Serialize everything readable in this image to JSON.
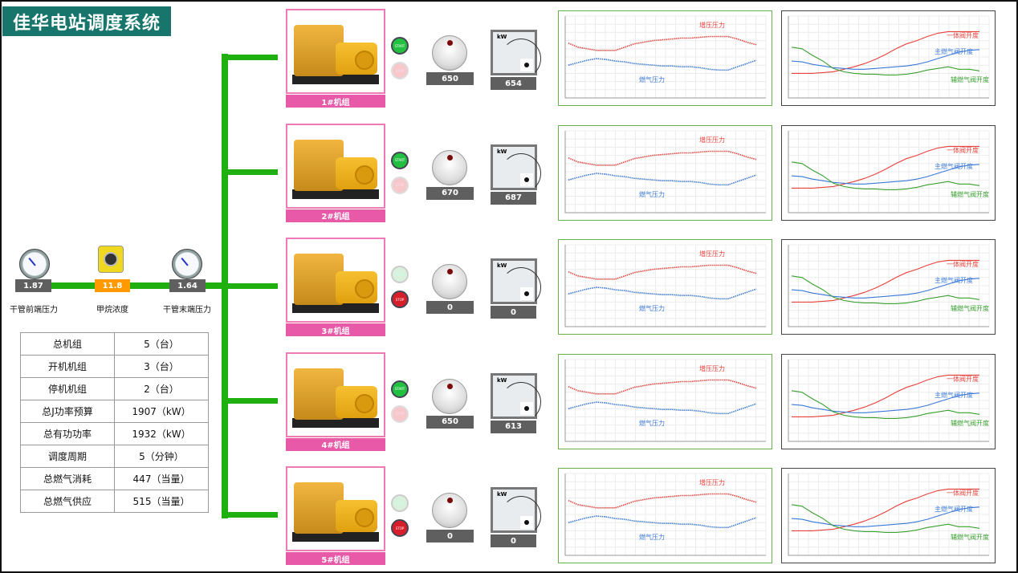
{
  "title": "佳华电站调度系统",
  "colors": {
    "pipe": "#1fb010",
    "title_bg": "#17756b",
    "unit_label": "#e85aa8",
    "methane": "#ff9900"
  },
  "sensors": [
    {
      "label": "干管前端压力",
      "value": "1.87",
      "icon": "pressure-gauge-icon"
    },
    {
      "label": "甲烷浓度",
      "value": "11.8",
      "icon": "gas-detector-icon"
    },
    {
      "label": "干管末端压力",
      "value": "1.64",
      "icon": "pressure-gauge-icon"
    }
  ],
  "summary": [
    {
      "k": "总机组",
      "v": "5（台）"
    },
    {
      "k": "开机机组",
      "v": "3（台）"
    },
    {
      "k": "停机机组",
      "v": "2（台）"
    },
    {
      "k": "总J功率预算",
      "v": "1907（kW）"
    },
    {
      "k": "总有功功率",
      "v": "1932（kW）"
    },
    {
      "k": "调度周期",
      "v": "5（分钟）"
    },
    {
      "k": "总燃气消耗",
      "v": "447（当量）"
    },
    {
      "k": "总燃气供应",
      "v": "515（当量）"
    }
  ],
  "buttons": {
    "start": "START",
    "stop": "STOP"
  },
  "meter_unit": "kW",
  "units": [
    {
      "label": "1#机组",
      "running": true,
      "setpoint": "650",
      "power": "654"
    },
    {
      "label": "2#机组",
      "running": true,
      "setpoint": "670",
      "power": "687"
    },
    {
      "label": "3#机组",
      "running": false,
      "setpoint": "0",
      "power": "0"
    },
    {
      "label": "4#机组",
      "running": true,
      "setpoint": "650",
      "power": "613"
    },
    {
      "label": "5#机组",
      "running": false,
      "setpoint": "0",
      "power": "0"
    }
  ],
  "chart_data": [
    {
      "type": "line",
      "title": "",
      "series": [
        {
          "name": "增压压力",
          "color": "#e8403a",
          "values": [
            0.67,
            0.62,
            0.6,
            0.58,
            0.58,
            0.58,
            0.62,
            0.66,
            0.68,
            0.7,
            0.71,
            0.72,
            0.73,
            0.73,
            0.74,
            0.75,
            0.75,
            0.75,
            0.72,
            0.68,
            0.65
          ]
        },
        {
          "name": "燃气压力",
          "color": "#3a78d8",
          "values": [
            0.4,
            0.43,
            0.46,
            0.48,
            0.47,
            0.45,
            0.44,
            0.42,
            0.41,
            0.4,
            0.39,
            0.39,
            0.38,
            0.38,
            0.37,
            0.35,
            0.34,
            0.34,
            0.38,
            0.42,
            0.46
          ]
        }
      ]
    },
    {
      "type": "line",
      "title": "",
      "series": [
        {
          "name": "一体阀开度",
          "color": "#e8403a",
          "values": [
            0.3,
            0.3,
            0.3,
            0.31,
            0.32,
            0.35,
            0.38,
            0.42,
            0.47,
            0.53,
            0.6,
            0.66,
            0.7,
            0.75,
            0.79,
            0.81,
            0.81,
            0.81,
            0.81
          ]
        },
        {
          "name": "主燃气阀开度",
          "color": "#3a78d8",
          "values": [
            0.45,
            0.44,
            0.41,
            0.39,
            0.37,
            0.36,
            0.35,
            0.35,
            0.36,
            0.37,
            0.38,
            0.39,
            0.41,
            0.44,
            0.48,
            0.52,
            0.56,
            0.58,
            0.59
          ]
        },
        {
          "name": "辅燃气阀开度",
          "color": "#3aa030",
          "values": [
            0.62,
            0.6,
            0.52,
            0.45,
            0.36,
            0.32,
            0.3,
            0.29,
            0.29,
            0.28,
            0.28,
            0.29,
            0.31,
            0.34,
            0.36,
            0.38,
            0.35,
            0.35,
            0.33
          ]
        }
      ]
    }
  ]
}
